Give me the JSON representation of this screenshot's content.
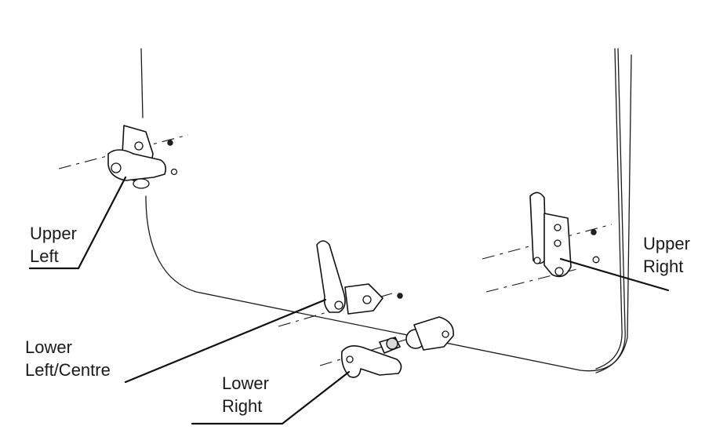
{
  "diagram": {
    "labels": {
      "upper_left": {
        "line1": "Upper",
        "line2": "Left"
      },
      "upper_right": {
        "line1": "Upper",
        "line2": "Right"
      },
      "lower_left": {
        "line1": "Lower",
        "line2": "Left/Centre"
      },
      "lower_right": {
        "line1": "Lower",
        "line2": "Right"
      }
    },
    "colors": {
      "line": "#1a1a1a",
      "background": "#ffffff"
    }
  }
}
